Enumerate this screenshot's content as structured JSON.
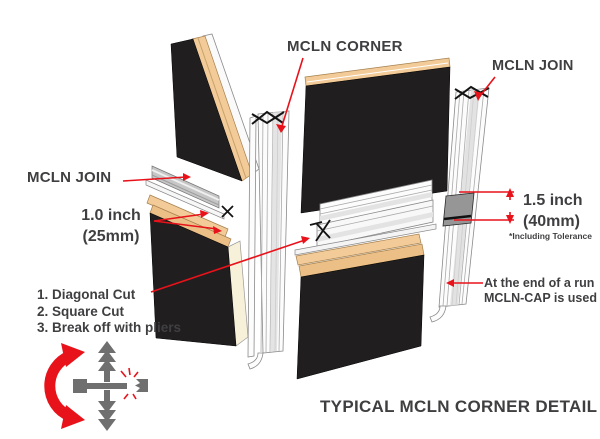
{
  "title": "TYPICAL MCLN CORNER DETAIL",
  "labels": {
    "corner": "MCLN CORNER",
    "join_right": "MCLN JOIN",
    "join_left": "MCLN JOIN"
  },
  "dimensions": {
    "join_gap": {
      "line1": "1.0 inch",
      "line2": "(25mm)"
    },
    "cap_overlap": {
      "line1": "1.5 inch",
      "line2": "(40mm)",
      "note": "*Including Tolerance"
    }
  },
  "instructions": {
    "steps": [
      "1. Diagonal Cut",
      "2. Square Cut",
      "3. Break off with pliers"
    ]
  },
  "cap_note": {
    "line1": "At the end of a run",
    "line2": "MCLN-CAP is used"
  },
  "colors": {
    "annotation_red": "#e8121a",
    "text_gray": "#3f3f41",
    "panel_dark": "#211e1f",
    "wood_tan": "#f2cb99",
    "glyph_gray": "#6f6f6f"
  }
}
